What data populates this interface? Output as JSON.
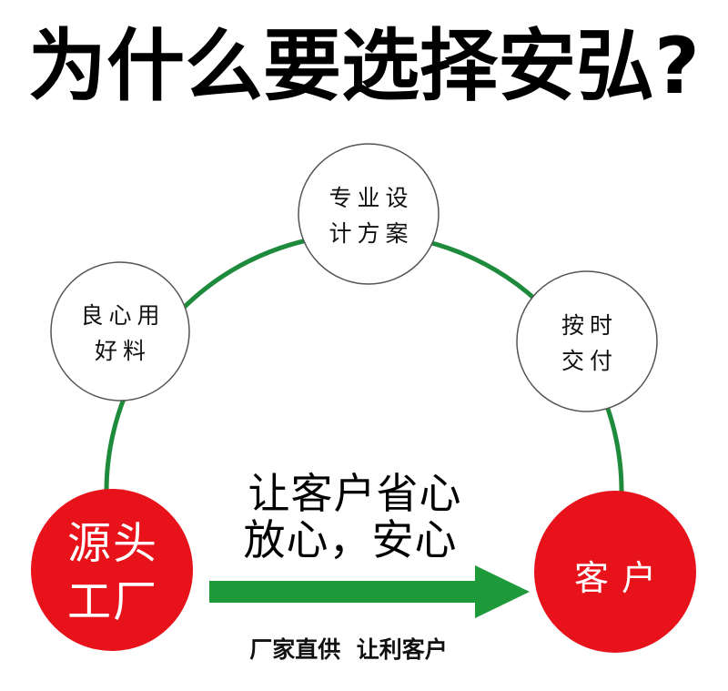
{
  "title": "为什么要选择安弘?",
  "nodes": {
    "design": {
      "line1": "专业设",
      "line2": "计方案"
    },
    "materials": {
      "line1": "良心用",
      "line2": "好料"
    },
    "delivery": {
      "line1": "按时",
      "line2": "交付"
    },
    "factory": {
      "line1": "源头",
      "line2": "工厂"
    },
    "client": {
      "label": "客户"
    }
  },
  "slogan": {
    "line1": "让客户省心",
    "line2": "放心，安心"
  },
  "arrow_caption": "厂家直供  让利客户",
  "colors": {
    "ring": "#1e8a3c",
    "arrow": "#1f9a3a",
    "red_node": "#e8121b",
    "white_node_border": "#555555"
  }
}
